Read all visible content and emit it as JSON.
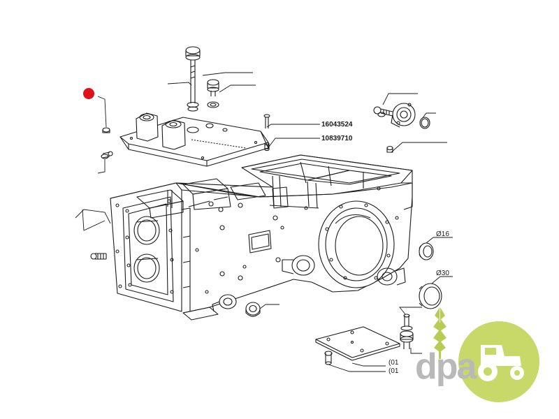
{
  "labels": {
    "part_a": "16043524",
    "part_b": "10839710",
    "dia_small": "Ø16",
    "dia_large": "Ø30",
    "mark_1": "(01",
    "mark_2": "(01"
  },
  "logo": {
    "text": "dpa",
    "text_color": "#b9b9b9",
    "badge_color": "#c8d96a",
    "wheat_color": "#b8cc55"
  },
  "marker": {
    "color": "#e0101a"
  }
}
